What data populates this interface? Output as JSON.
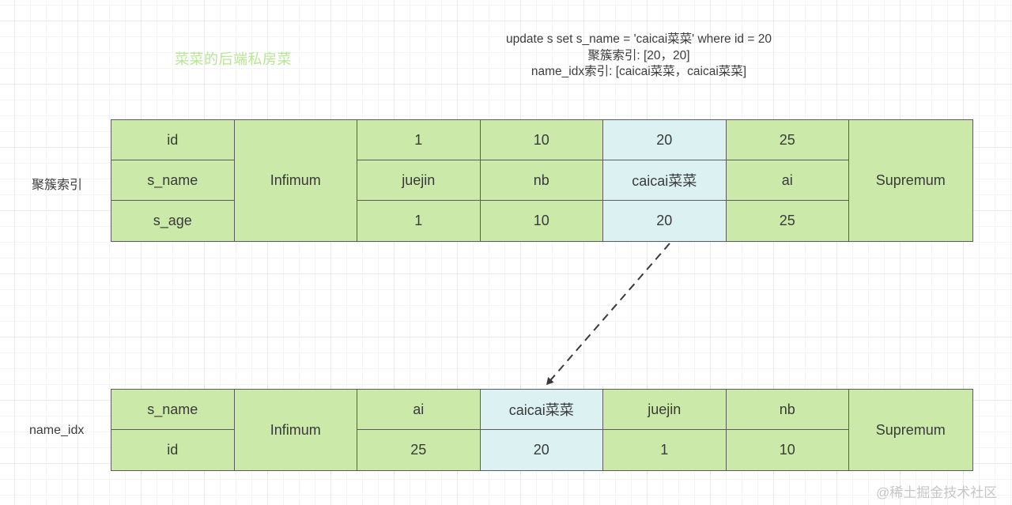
{
  "annotation": {
    "line1": "update s set s_name = 'caicai菜菜' where id = 20",
    "line2": "聚簇索引: [20，20]",
    "line3": "name_idx索引: [caicai菜菜，caicai菜菜]"
  },
  "brand_watermark": "菜菜的后端私房菜",
  "footer_watermark": "@稀土掘金技术社区",
  "colors": {
    "cell_green": "#cbe9a9",
    "cell_blue": "#dbf1f2",
    "border": "#5c5c5c",
    "brand_green": "#b9e694",
    "watermark_gray": "#c6c6c6"
  },
  "cluster_index": {
    "label": "聚簇索引",
    "field_names": [
      "id",
      "s_name",
      "s_age"
    ],
    "infimum": "Infimum",
    "supremum": "Supremum",
    "records": [
      {
        "id": "1",
        "s_name": "juejin",
        "s_age": "1",
        "highlight": false
      },
      {
        "id": "10",
        "s_name": "nb",
        "s_age": "10",
        "highlight": false
      },
      {
        "id": "20",
        "s_name": "caicai菜菜",
        "s_age": "20",
        "highlight": true
      },
      {
        "id": "25",
        "s_name": "ai",
        "s_age": "25",
        "highlight": false
      }
    ]
  },
  "name_idx_index": {
    "label": "name_idx",
    "field_names": [
      "s_name",
      "id"
    ],
    "infimum": "Infimum",
    "supremum": "Supremum",
    "records": [
      {
        "s_name": "ai",
        "id": "25",
        "highlight": false
      },
      {
        "s_name": "caicai菜菜",
        "id": "20",
        "highlight": true
      },
      {
        "s_name": "juejin",
        "id": "1",
        "highlight": false
      },
      {
        "s_name": "nb",
        "id": "10",
        "highlight": false
      }
    ]
  }
}
